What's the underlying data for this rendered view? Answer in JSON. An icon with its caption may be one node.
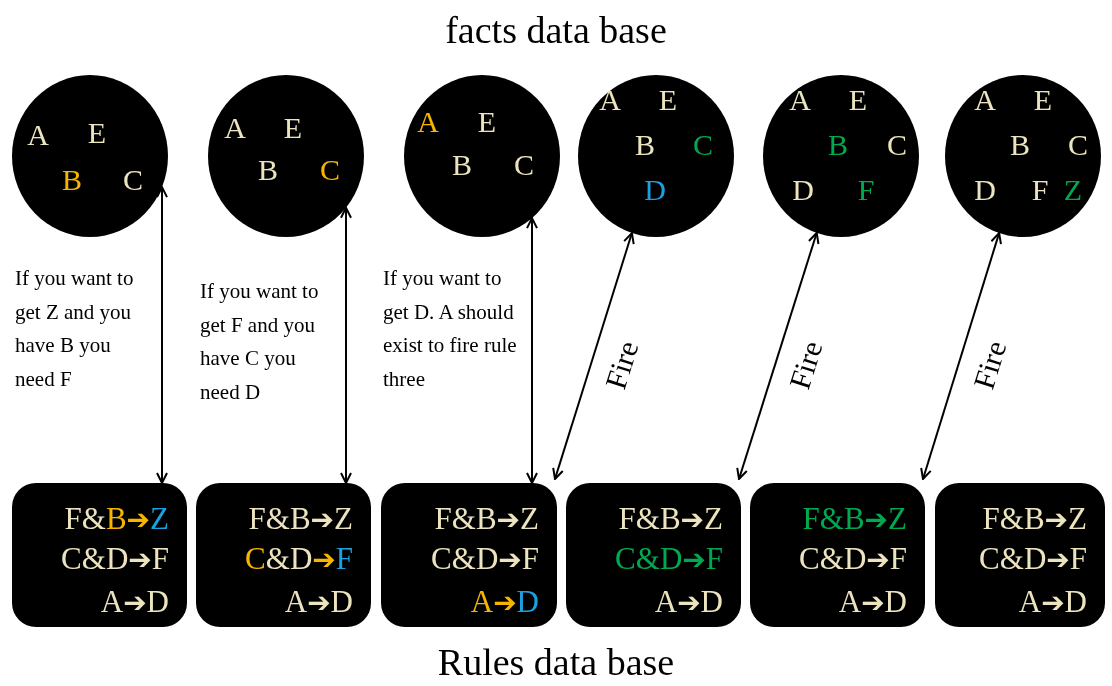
{
  "diagram": {
    "title": "facts data base",
    "caption": "Rules data base",
    "nodes": [
      {
        "text": [
          "A",
          "E",
          "B",
          "C"
        ]
      },
      {
        "text": [
          "A",
          "E",
          "B",
          "C"
        ]
      },
      {
        "text": [
          "A",
          "E",
          "B",
          "C"
        ]
      },
      {
        "text": [
          "A",
          "E",
          "B",
          "C",
          "D"
        ]
      },
      {
        "text": [
          "A",
          "E",
          "B",
          "C",
          "D",
          "F"
        ]
      },
      {
        "text": [
          "A",
          "E",
          "B",
          "C",
          "D",
          "F",
          "Z"
        ]
      },
      {
        "text": [
          "F&B➔Z",
          "C&D➔F",
          "A➔D"
        ]
      },
      {
        "text": [
          "F&B➔Z",
          "C&D➔F",
          "A➔D"
        ]
      },
      {
        "text": [
          "F&B➔Z",
          "C&D➔F",
          "A➔D"
        ]
      },
      {
        "text": [
          "F&B➔Z",
          "C&D➔F",
          "A➔D"
        ]
      },
      {
        "text": [
          "F&B➔Z",
          "C&D➔F",
          "A➔D"
        ]
      },
      {
        "text": [
          "F&B➔Z",
          "C&D➔F",
          "A➔D"
        ]
      }
    ],
    "edges": [
      {
        "from": 0,
        "to": 6,
        "arrow": "both"
      },
      {
        "from": 1,
        "to": 7,
        "arrow": "both"
      },
      {
        "from": 2,
        "to": 8,
        "arrow": "both"
      },
      {
        "from": 8,
        "to": 3,
        "arrow": "both",
        "label": "Fire"
      },
      {
        "from": 9,
        "to": 4,
        "arrow": "both",
        "label": "Fire"
      },
      {
        "from": 10,
        "to": 5,
        "arrow": "both",
        "label": "Fire"
      }
    ],
    "labels": [
      "If you want to get Z and you have B you need F",
      "If you want to get F and you have C you need D",
      "If you want to get D. A should exist to fire rule three"
    ]
  }
}
